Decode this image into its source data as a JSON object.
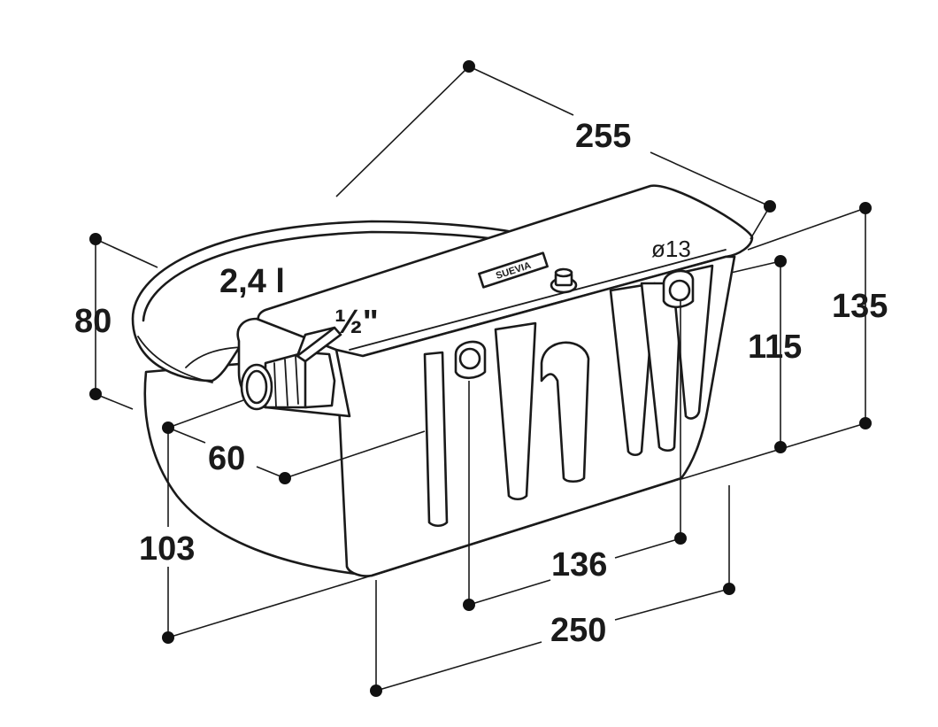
{
  "labels": {
    "d255": "255",
    "d135": "135",
    "d115": "115",
    "d80": "80",
    "d60": "60",
    "d103": "103",
    "d136": "136",
    "d250": "250",
    "d13": "ø13",
    "volume": "2,4 l",
    "thread": "½\""
  },
  "brand_logo": "SUEVIA"
}
